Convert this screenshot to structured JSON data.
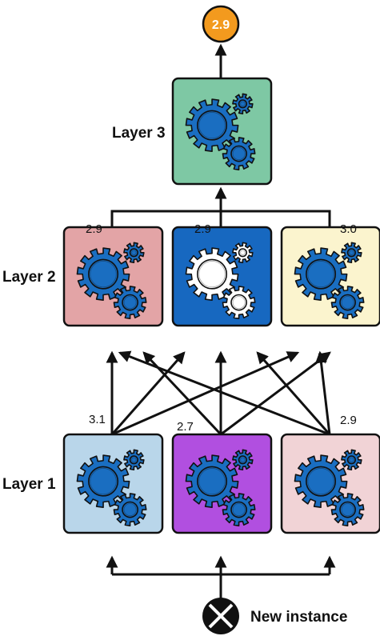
{
  "layer_labels": {
    "layer3": "Layer 3",
    "layer2": "Layer 2",
    "layer1": "Layer 1"
  },
  "output": {
    "value": "2.9",
    "color": "#f39a1e"
  },
  "input_label": "New instance",
  "layer1": [
    {
      "id": "l1-a",
      "value": "3.1",
      "color": "#b9d6ea",
      "gear_fill": "#1a6ec1"
    },
    {
      "id": "l1-b",
      "value": "2.7",
      "color": "#b14fe0",
      "gear_fill": "#1a6ec1"
    },
    {
      "id": "l1-c",
      "value": "2.9",
      "color": "#f1d3d6",
      "gear_fill": "#1a6ec1"
    }
  ],
  "layer2": [
    {
      "id": "l2-a",
      "value": "2.9",
      "color": "#e3a4a6",
      "gear_fill": "#1a6ec1"
    },
    {
      "id": "l2-b",
      "value": "2.9",
      "color": "#1768c0",
      "gear_fill": "#ffffff"
    },
    {
      "id": "l2-c",
      "value": "3.0",
      "color": "#fbf4ce",
      "gear_fill": "#1a6ec1"
    }
  ],
  "layer3": {
    "color": "#7ec8a4",
    "gear_fill": "#1a6ec1"
  },
  "icons": {
    "predictor": "gears-icon",
    "input": "cross-circle-icon",
    "arrow": "arrow-head-icon"
  }
}
